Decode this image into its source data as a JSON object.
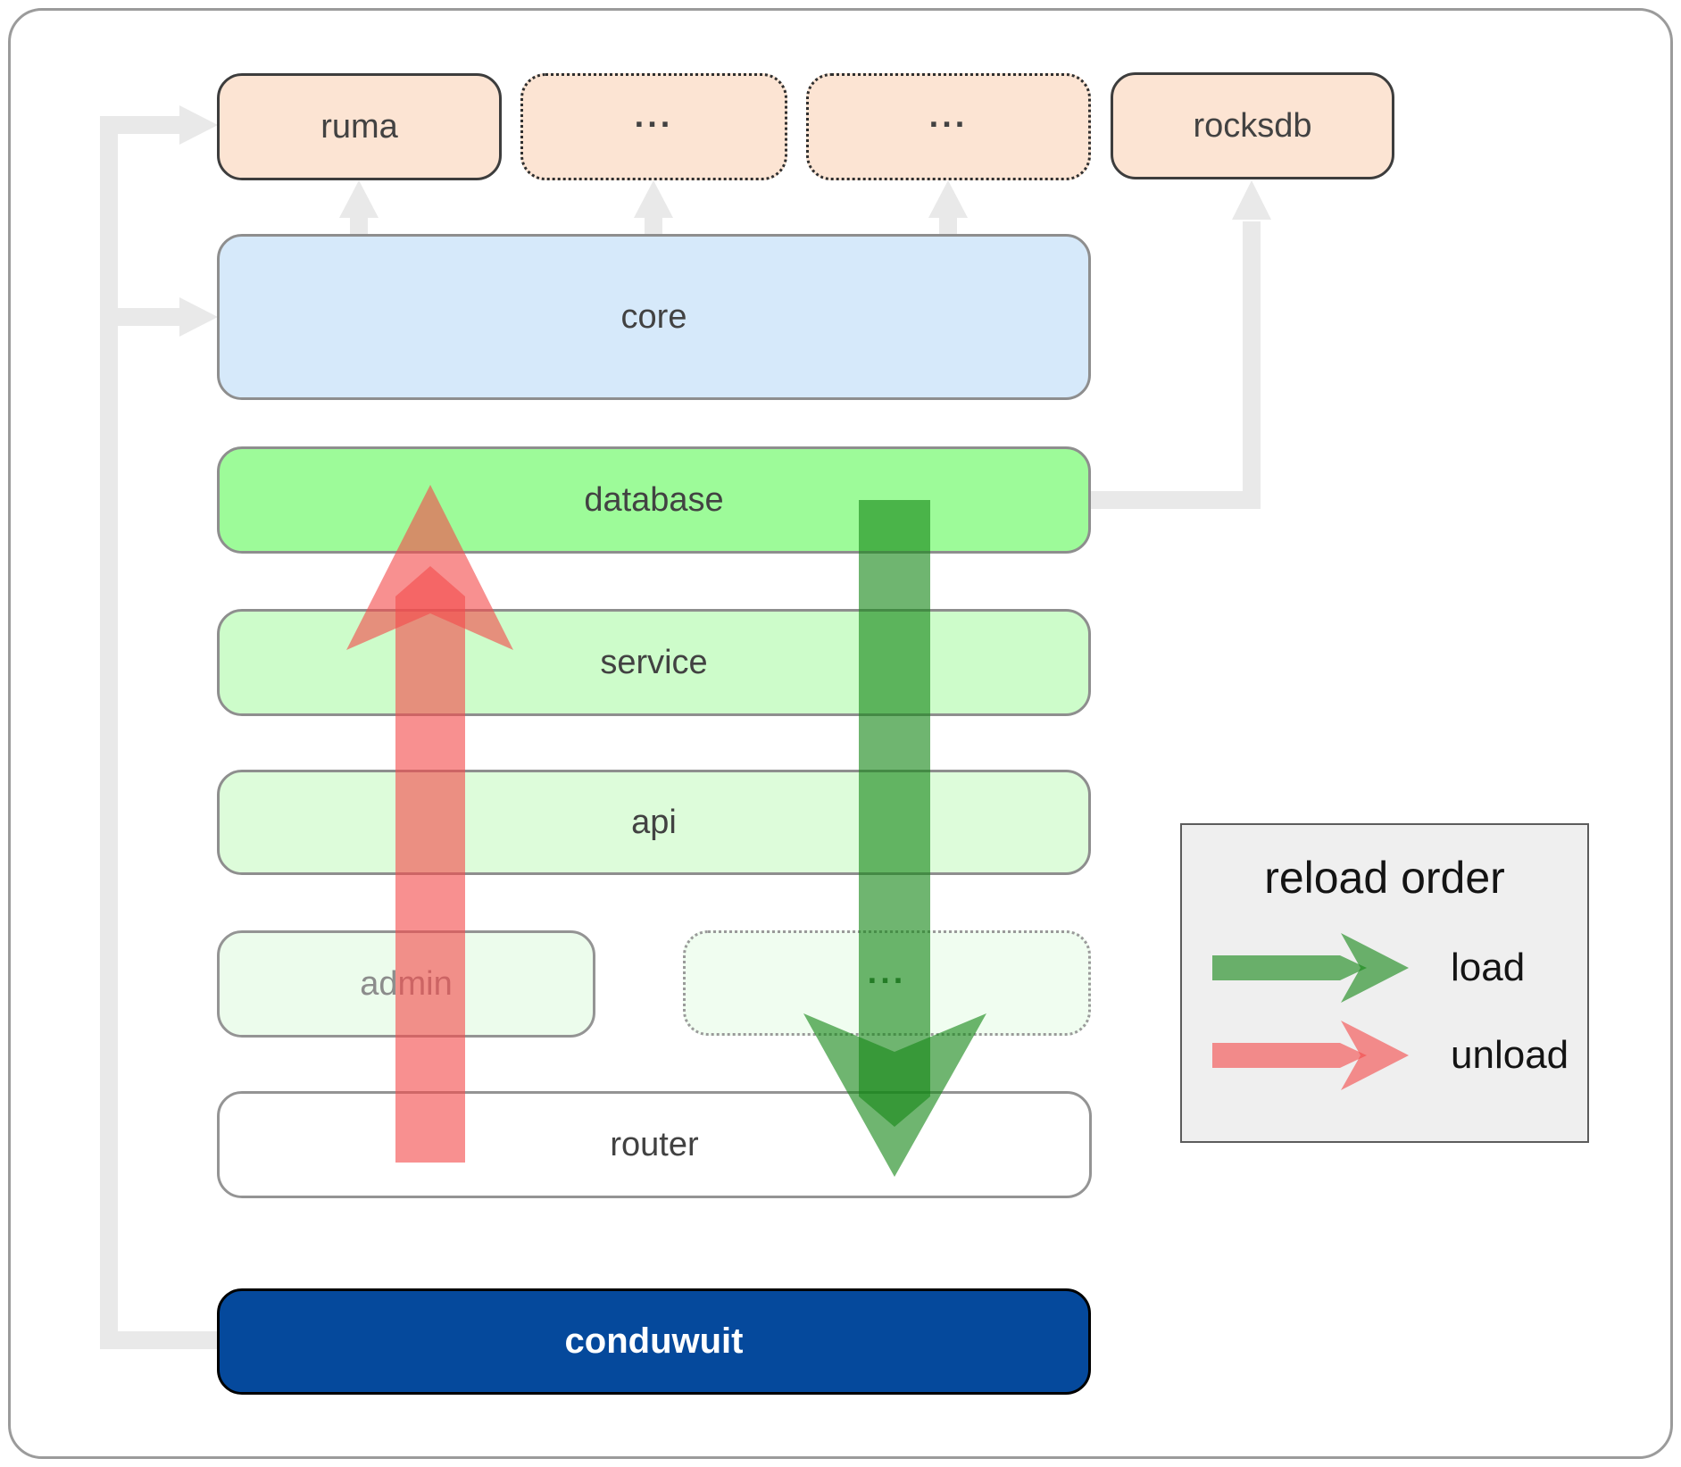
{
  "diagram": {
    "top_row": [
      {
        "id": "ruma",
        "label": "ruma"
      },
      {
        "id": "ellipsis-1",
        "label": "..."
      },
      {
        "id": "ellipsis-2",
        "label": "..."
      },
      {
        "id": "rocksdb",
        "label": "rocksdb"
      }
    ],
    "layers": [
      {
        "id": "core",
        "label": "core"
      },
      {
        "id": "database",
        "label": "database"
      },
      {
        "id": "service",
        "label": "service"
      },
      {
        "id": "api",
        "label": "api"
      },
      {
        "id": "admin",
        "label": "admin"
      },
      {
        "id": "admin-ellipsis",
        "label": "..."
      },
      {
        "id": "router",
        "label": "router"
      }
    ],
    "app": {
      "label": "conduwuit"
    },
    "legend": {
      "title": "reload order",
      "items": [
        {
          "label": "load",
          "color": "#178718"
        },
        {
          "label": "unload",
          "color": "#f34c4c"
        }
      ]
    },
    "colors": {
      "connector": "#e9e9e9",
      "load_arrow": "#178718",
      "unload_arrow": "#f34c4c",
      "crate_fill": "#fce4d3",
      "core_fill": "#d6e9fa",
      "database_fill": "#9dfb99",
      "service_fill": "#cdfcca",
      "api_fill": "#ddfcda",
      "admin_fill": "#ecfcec",
      "router_fill": "#ffffff",
      "app_fill": "#05499c"
    }
  }
}
